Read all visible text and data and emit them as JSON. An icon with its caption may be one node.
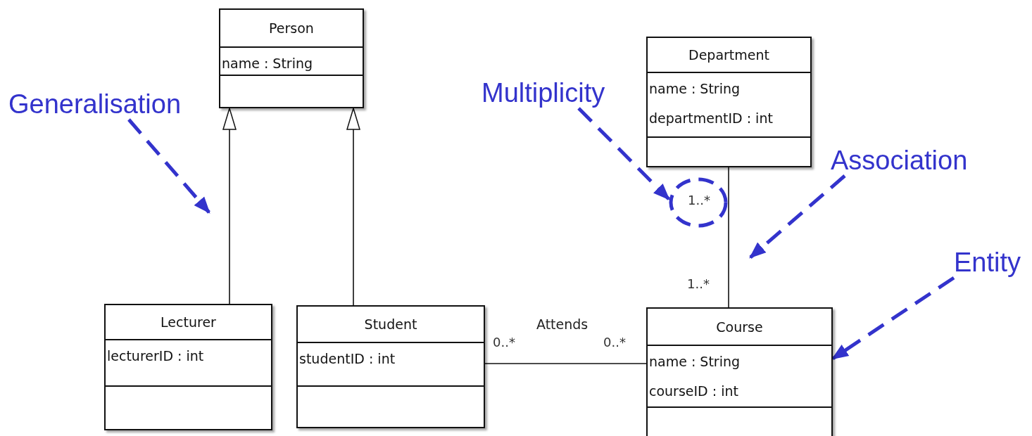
{
  "diagram": {
    "nodes": [
      {
        "text": [
          "Person",
          "name : String"
        ]
      },
      {
        "text": [
          "Lecturer",
          "lecturerID : int"
        ]
      },
      {
        "text": [
          "Student",
          "studentID : int"
        ]
      },
      {
        "text": [
          "Department",
          "name : String",
          "departmentID : int"
        ]
      },
      {
        "text": [
          "Course",
          "name : String",
          "courseID : int"
        ]
      },
      {
        "text": [
          "Generalisation"
        ]
      },
      {
        "text": [
          "Multiplicity"
        ]
      },
      {
        "text": [
          "Association"
        ]
      },
      {
        "text": [
          "Entity"
        ]
      },
      {
        "text": [
          "1..*"
        ]
      }
    ],
    "edges": [
      {
        "from": 1,
        "to": 0,
        "arrow": "to"
      },
      {
        "from": 2,
        "to": 0,
        "arrow": "to"
      },
      {
        "from": 3,
        "to": 4,
        "arrow": "none"
      },
      {
        "from": 2,
        "to": 4,
        "arrow": "none",
        "label": "Attends"
      },
      {
        "from": 5,
        "to": null,
        "arrow": "to",
        "style": "dashed",
        "color": "#3333cc"
      },
      {
        "from": 6,
        "to": 9,
        "arrow": "to",
        "style": "dashed",
        "color": "#3333cc"
      },
      {
        "from": 7,
        "to": null,
        "arrow": "to",
        "style": "dashed",
        "color": "#3333cc"
      },
      {
        "from": 8,
        "to": 4,
        "arrow": "to",
        "style": "dashed",
        "color": "#3333cc"
      }
    ],
    "labels": [
      "1..*",
      "0..*",
      "0..*"
    ]
  }
}
